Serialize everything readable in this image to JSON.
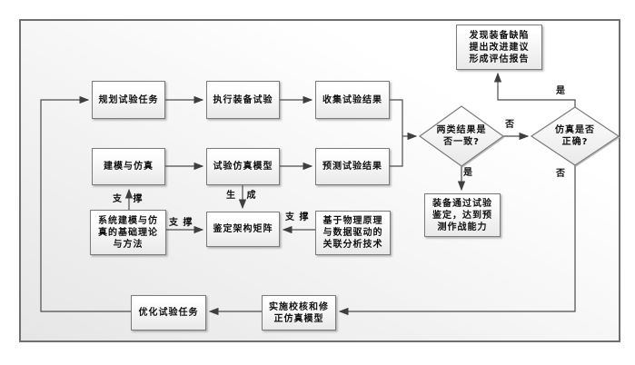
{
  "nodes": {
    "plan": "规划试验任务",
    "execute": "执行装备试验",
    "collect": "收集试验结果",
    "modeling": "建模与仿真",
    "sim_model": "试验仿真模型",
    "predict": "预测试验结果",
    "defect_report": "发现装备缺陷\n提出改进建议\n形成评估报告",
    "results_consistent": "两类结果是\n否一致?",
    "sim_correct": "仿真是否\n正确?",
    "equipment_qualified": "装备通过试验\n鉴定，达到预\n测作战能力",
    "theory_methods": "系统建模与仿\n真的基础理论\n与方法",
    "qualification_matrix": "鉴定架构矩阵",
    "correlation_tech": "基于物理原理\n与数据驱动的\n关联分析技术",
    "optimize": "优化试验任务",
    "verify_correct_model": "实施校核和修\n正仿真模型"
  },
  "labels": {
    "yes_to_qualified": "是",
    "no_to_sim_check": "否",
    "yes_to_report": "是",
    "no_to_correction": "否",
    "generate": "生 成",
    "support_vertical": "支 撑",
    "support_left": "支 撑",
    "support_right": "支 撑"
  },
  "colors": {
    "wire": "#4c4c4c",
    "box_border": "#7a7a7a",
    "box_fill_top": "#ffffff",
    "box_fill_bottom": "#e9e9e9",
    "frame_border": "#6f6f6f",
    "text": "#111111"
  }
}
